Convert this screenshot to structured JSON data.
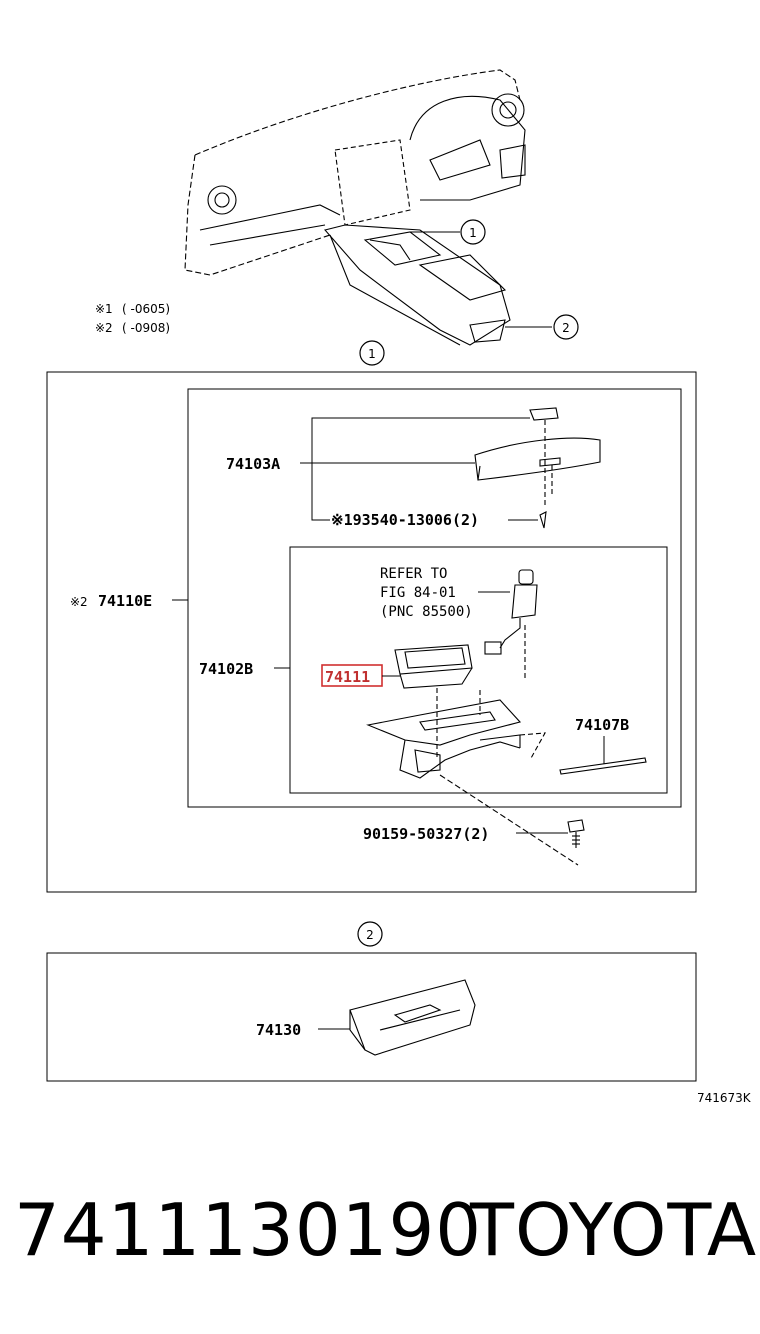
{
  "callouts": {
    "c1": "1",
    "c2": "2"
  },
  "notes": {
    "n1_mark": "※1",
    "n1_range": "(    -0605)",
    "n2_mark": "※2",
    "n2_range": "(    -0908)"
  },
  "parts": {
    "p74103A": "74103A",
    "p93540": "※193540-13006(2)",
    "p74110E_mark": "※2",
    "p74110E": "74110E",
    "p74102B": "74102B",
    "p74111": "74111",
    "refer_line1": "REFER TO",
    "refer_line2": "FIG 84-01",
    "refer_line3": "(PNC 85500)",
    "p74107B": "74107B",
    "p90159": "90159-50327(2)",
    "p74130": "74130"
  },
  "figure_code": "741673K",
  "footer": {
    "part_number": "7411130190",
    "brand": "TOYOTA"
  },
  "colors": {
    "highlight": "#d03030",
    "line": "#000000"
  }
}
